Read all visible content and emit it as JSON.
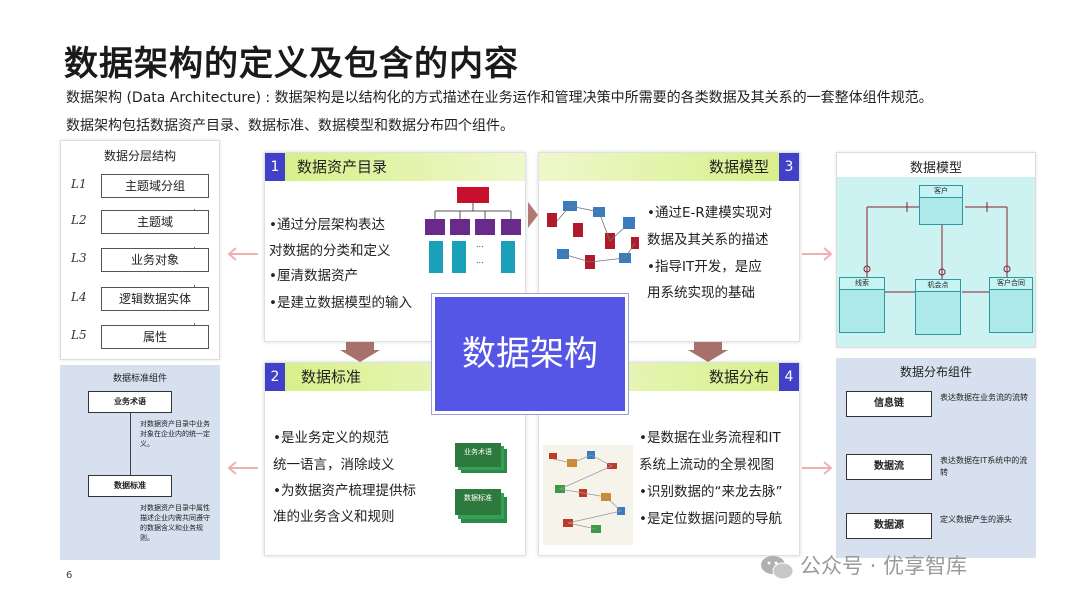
{
  "title": "数据架构的定义及包含的内容",
  "desc_line1": "数据架构 (Data Architecture) : 数据架构是以结构化的方式描述在业务运作和管理决策中所需要的各类数据及其关系的一套整体组件规范。",
  "desc_line2": "数据架构包括数据资产目录、数据标准、数据模型和数据分布四个组件。",
  "center_label": "数据架构",
  "layers_panel": {
    "title": "数据分层结构",
    "rows": [
      {
        "level": "L1",
        "label": "主题域分组"
      },
      {
        "level": "L2",
        "label": "主题域"
      },
      {
        "level": "L3",
        "label": "业务对象"
      },
      {
        "level": "L4",
        "label": "逻辑数据实体"
      },
      {
        "level": "L5",
        "label": "属性"
      }
    ]
  },
  "standard_panel": {
    "title": "数据标准组件",
    "box1": "业务术语",
    "text1": "对数据资产目录中业务对象在企业内的统一定义。",
    "box2": "数据标准",
    "text2": "对数据资产目录中属性描述企业内需共同遵守的数据含义和业务规则。"
  },
  "model_panel": {
    "title": "数据模型",
    "entities": [
      "客户",
      "线索",
      "机会点",
      "客户合同"
    ]
  },
  "dist_panel": {
    "title": "数据分布组件",
    "items": [
      {
        "label": "信息链",
        "text": "表达数据在业务流的流转"
      },
      {
        "label": "数据流",
        "text": "表达数据在IT系统中的流转"
      },
      {
        "label": "数据源",
        "text": "定义数据产生的源头"
      }
    ]
  },
  "quadrants": [
    {
      "num": "1",
      "title": "数据资产目录",
      "lines": [
        "•通过分层架构表达",
        "  对数据的分类和定义",
        "•厘清数据资产",
        "•是建立数据模型的输入"
      ]
    },
    {
      "num": "3",
      "title": "数据模型",
      "lines": [
        "•通过E-R建模实现对",
        "数据及其关系的描述",
        "•指导IT开发，是应",
        "用系统实现的基础"
      ]
    },
    {
      "num": "2",
      "title": "数据标准",
      "lines": [
        "•是业务定义的规范",
        "统一语言，消除歧义",
        "•为数据资产梳理提供标",
        "准的业务含义和规则"
      ],
      "stack_labels": [
        "业务术语",
        "数据标准"
      ]
    },
    {
      "num": "4",
      "title": "数据分布",
      "lines": [
        "•是数据在业务流程和IT",
        "系统上流动的全景视图",
        "•识别数据的“来龙去脉”",
        "•是定位数据问题的导航"
      ]
    }
  ],
  "page_number": "6",
  "watermark": "公众号 · 优享智库",
  "colors": {
    "accent_blue": "#5555e6",
    "header_green": "#d8f08a",
    "panel_blue": "#d6e0ef",
    "arrow_pink": "#f2b8b8",
    "arrow_brown": "#a8706a"
  }
}
